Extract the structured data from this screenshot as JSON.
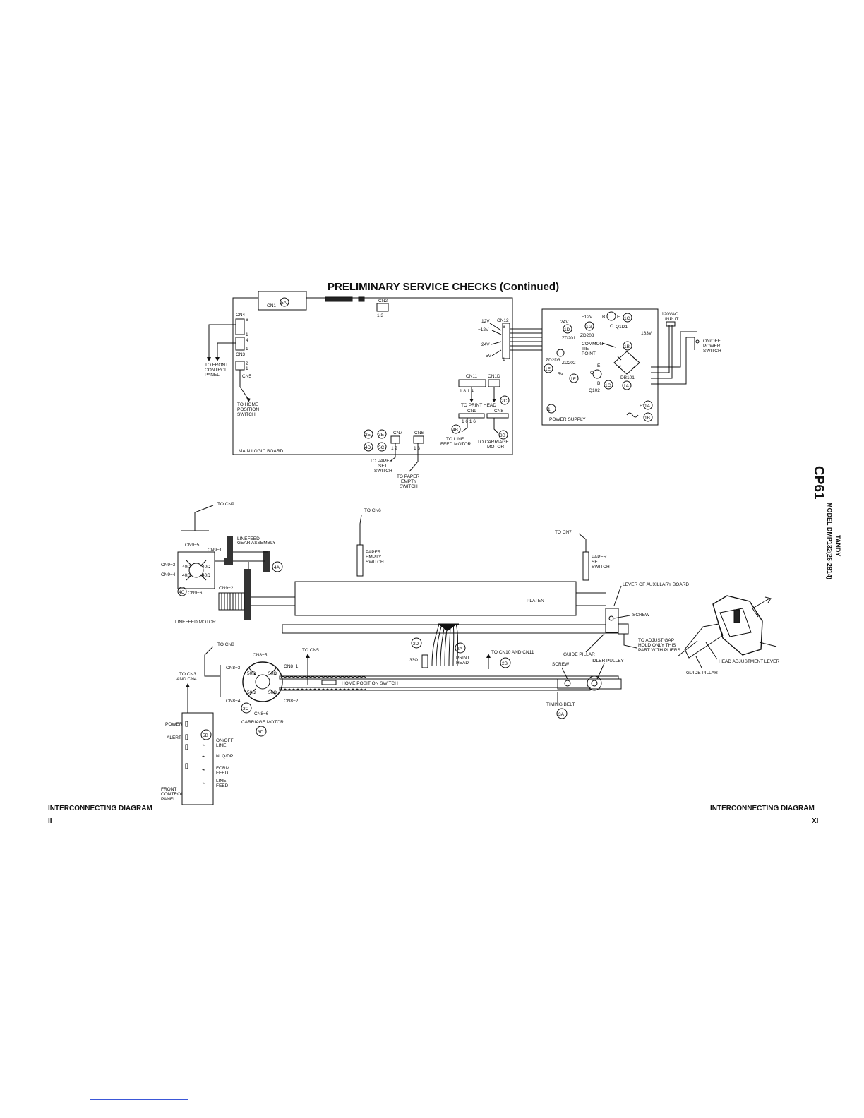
{
  "page": {
    "title": "PRELIMINARY SERVICE CHECKS (Continued)",
    "footer_left": "INTERCONNECTING DIAGRAM",
    "footer_right": "INTERCONNECTING DIAGRAM",
    "page_num_left": "II",
    "page_num_right": "XI",
    "side_code": "CP61",
    "side_brand": "TANDY",
    "side_model": "MODEL DMP132(26-2814)"
  },
  "main_board": {
    "name": "MAIN LOGIC BOARD",
    "cn1": "CN1",
    "cn1_tag": "5A",
    "cn2": "CN2",
    "cn2_pins": "1  3",
    "cn4": "CN4",
    "cn4_pin6": "6",
    "cn4_pin1": "1",
    "cn3": "CN3",
    "cn3_pin4": "4",
    "cn3_pin1": "1",
    "cn5": "CN5",
    "cn5_pin2": "2",
    "cn5_pin1": "1",
    "to_front": "TO FRONT",
    "control": "CONTROL",
    "panel": "PANEL",
    "to_home": "TO HOME",
    "position": "POSITION",
    "switch": "SWITCH",
    "cn12": "CN12",
    "cn12_pin6": "6",
    "cn12_pin1": "1",
    "v12": "12V",
    "vm12": "−12V",
    "v24": "24V",
    "v5": "5V",
    "cn11": "CN11",
    "cn10": "CN1D",
    "cn11_pins": "1    8  1   4",
    "to_print_head": "TO PRINT HEAD",
    "tag_2c": "2C",
    "cn9": "CN9",
    "cn8": "CN8",
    "cn9_pins": "1       6  1      6",
    "tag_4b": "4B",
    "tag_3b": "3B",
    "to_line": "TO LINE",
    "feed_motor": "FEED MOTOR",
    "to_carriage": "TO CARRIAGE",
    "motor": "MOTOR",
    "tag_2e": "2E",
    "tag_3e": "3E",
    "tag_4d": "4D",
    "tag_5c": "5C",
    "cn7": "CN7",
    "cn6": "CN6",
    "cn7_pins": "1 2",
    "cn6_pins": "1  3",
    "to_paper": "TO PAPER",
    "set": "SET",
    "sw_label": "SWITCH",
    "to_paper_empty": "TO PAPER",
    "empty": "EMPTY",
    "sw_label2": "SWITCH"
  },
  "power_supply": {
    "name": "POWER SUPPLY",
    "v24": "24V",
    "vm12": "−12V",
    "b": "B",
    "e": "E",
    "c": "C",
    "q101": "Q1D1",
    "tag_1d": "1D",
    "tag_1g": "1G",
    "tag_1c": "1C",
    "zd201": "ZD201",
    "zd203": "ZD203",
    "common": "COMMON",
    "tie": "TIE",
    "point": "POINT",
    "tag_1b": "1B",
    "v163": "163V",
    "zd203b": "ZD2D3",
    "zd202": "ZD202",
    "tag_1e": "1E",
    "v5": "5V",
    "tag_1f": "1F",
    "q102": "Q102",
    "tag_1c2": "1C",
    "db101": "DB101",
    "tag_1a": "1A",
    "tag_1h": "1H",
    "f1": "F1",
    "tag_1a2": "1A",
    "tag_1b2": "1B",
    "input_120": "120VAC",
    "input": "INPUT",
    "onoff": "ON/OFF",
    "power": "POWER",
    "switch": "SWITCH"
  },
  "mechanism": {
    "to_cn9": "TO CN9",
    "to_cn6": "TO CN6",
    "to_cn7": "TO CN7",
    "cn9_5": "CN9−5",
    "cn9_1": "CN9−1",
    "cn9_3": "CN9−3",
    "cn9_4": "CN9−4",
    "cn9_2": "CN9−2",
    "cn9_6": "CN9−6",
    "r400": "40Ω",
    "linefeed_gear": "LINEFEED",
    "gear_assembly": "GEAR ASSEMBLY",
    "tag_4a": "4A",
    "tag_4c": "4C",
    "linefeed_motor": "LINEFEED MOTOR",
    "paper_empty": "PAPER",
    "empty": "EMPTY",
    "switch": "SWITCH",
    "paper_set": "PAPER",
    "set": "SET",
    "switch2": "SWITCH",
    "platen": "PLATEN",
    "lever": "LEVER OF AUXILLARY BOARD",
    "screw": "SCREW",
    "adjust1": "TO ADJUST GAP",
    "adjust2": "HOLD ONLY THIS",
    "adjust3": "PART WITH PLIERS",
    "head_lever": "HEAD ADJUSTMENT LEVER",
    "guide_pillar": "GUIDE PILLAR",
    "guide_pillar2": "GUIDE PILLAR",
    "idler": "IDLER PULLEY",
    "screw2": "SCREW",
    "to_cn8": "TO CN8",
    "to_cn5": "TO CN5",
    "to_cn10": "TO CN10 AND CN11",
    "tag_2d": "2D",
    "r33": "33Ω",
    "tag_2a": "2A",
    "print": "PRINT",
    "head": "HEAD",
    "tag_2b": "2B",
    "cn8_5": "CN8−5",
    "cn8_1": "CN8−1",
    "cn8_3": "CN8−3",
    "cn8_4": "CN8−4",
    "cn8_2": "CN8−2",
    "cn8_6": "CN8−6",
    "r50": "50Ω",
    "home_switch": "HOME POSITION SWITCH",
    "tag_3c": "3C",
    "carriage_motor": "CARRIAGE MOTOR",
    "tag_3d": "3D",
    "timing_belt": "TIMING BELT",
    "tag_3a": "3A",
    "to_cn3": "TO CN3",
    "and_cn4": "AND CN4"
  },
  "front_panel": {
    "power": "POWER",
    "alert": "ALERT",
    "tag_5b": "5B",
    "onoff": "ON/OFF",
    "line": "LINE",
    "nlq": "NLQ/DP",
    "form": "FORM",
    "feed": "FEED",
    "line2": "LINE",
    "feed2": "FEED",
    "front": "FRONT",
    "control": "CONTROL",
    "panel": "PANEL"
  }
}
